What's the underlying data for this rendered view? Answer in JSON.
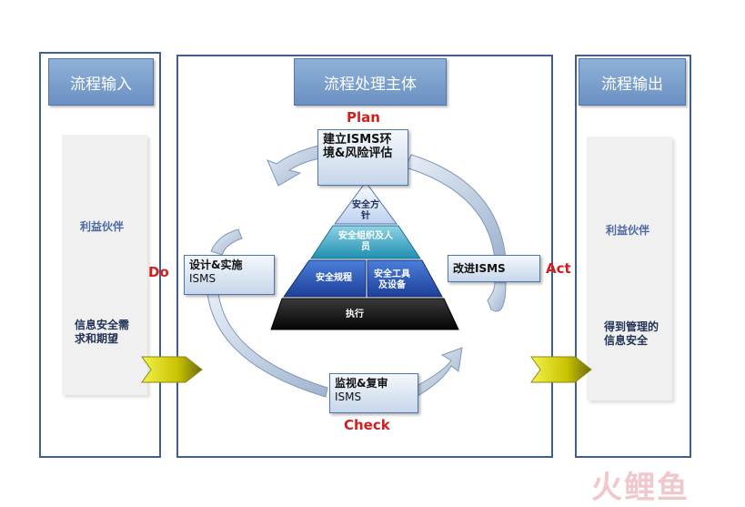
{
  "left_panel": {
    "header": "流程输入",
    "stakeholder": "利益伙伴",
    "description": "信息安全需求和期望"
  },
  "center_panel": {
    "header": "流程处理主体",
    "phases": {
      "plan": "Plan",
      "do": "Do",
      "check": "Check",
      "act": "Act"
    },
    "boxes": {
      "plan_box": "建立ISMS环境&风险评估",
      "do_box_line1": "设计&实施",
      "do_box_line2": "ISMS",
      "check_box_line1": "监视&复审",
      "check_box_line2": "ISMS",
      "act_box": "改进ISMS"
    },
    "pyramid": {
      "top": "安全方针",
      "second": "安全组织及人员",
      "third_left": "安全规程",
      "third_right": "安全工具及设备",
      "base": "执行"
    }
  },
  "right_panel": {
    "header": "流程输出",
    "stakeholder": "利益伙伴",
    "description": "得到管理的信息安全"
  },
  "watermark": "火鲤鱼"
}
